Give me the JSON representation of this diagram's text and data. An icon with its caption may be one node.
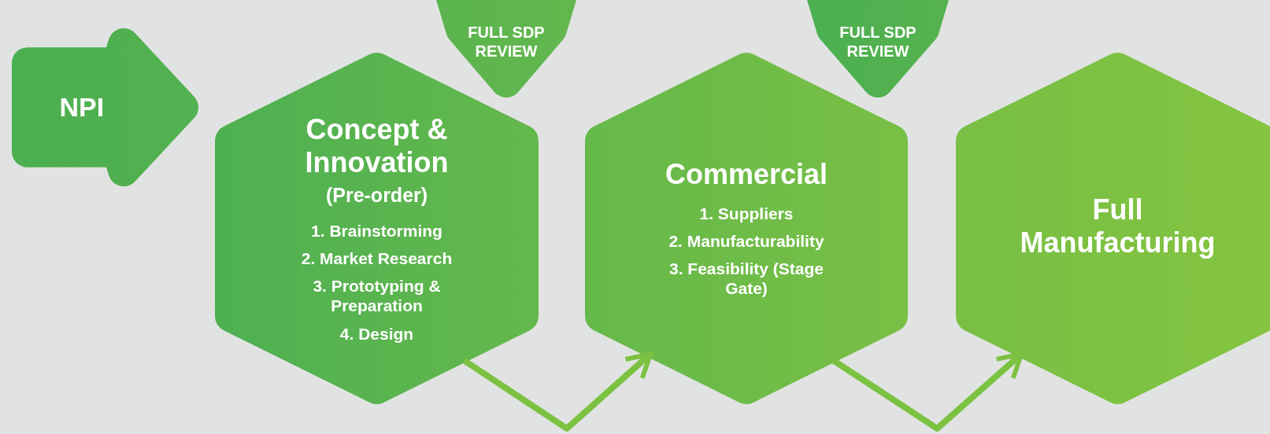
{
  "diagram": {
    "nodes": [
      {
        "text": [
          "NPI"
        ]
      },
      {
        "text": [
          "Concept & Innovation",
          "(Pre-order)",
          "1. Brainstorming",
          "2. Market Research",
          "3. Prototyping & Preparation",
          "4. Design"
        ]
      },
      {
        "text": [
          "FULL SDP REVIEW"
        ]
      },
      {
        "text": [
          "Commercial",
          "1. Suppliers",
          "2. Manufacturability",
          "3. Feasibility (Stage Gate)"
        ]
      },
      {
        "text": [
          "FULL SDP REVIEW"
        ]
      },
      {
        "text": [
          "Full Manufacturing"
        ]
      }
    ],
    "edges": [
      {
        "from": 1,
        "to": 3,
        "arrow": "to"
      },
      {
        "from": 3,
        "to": 5,
        "arrow": "to"
      }
    ]
  }
}
